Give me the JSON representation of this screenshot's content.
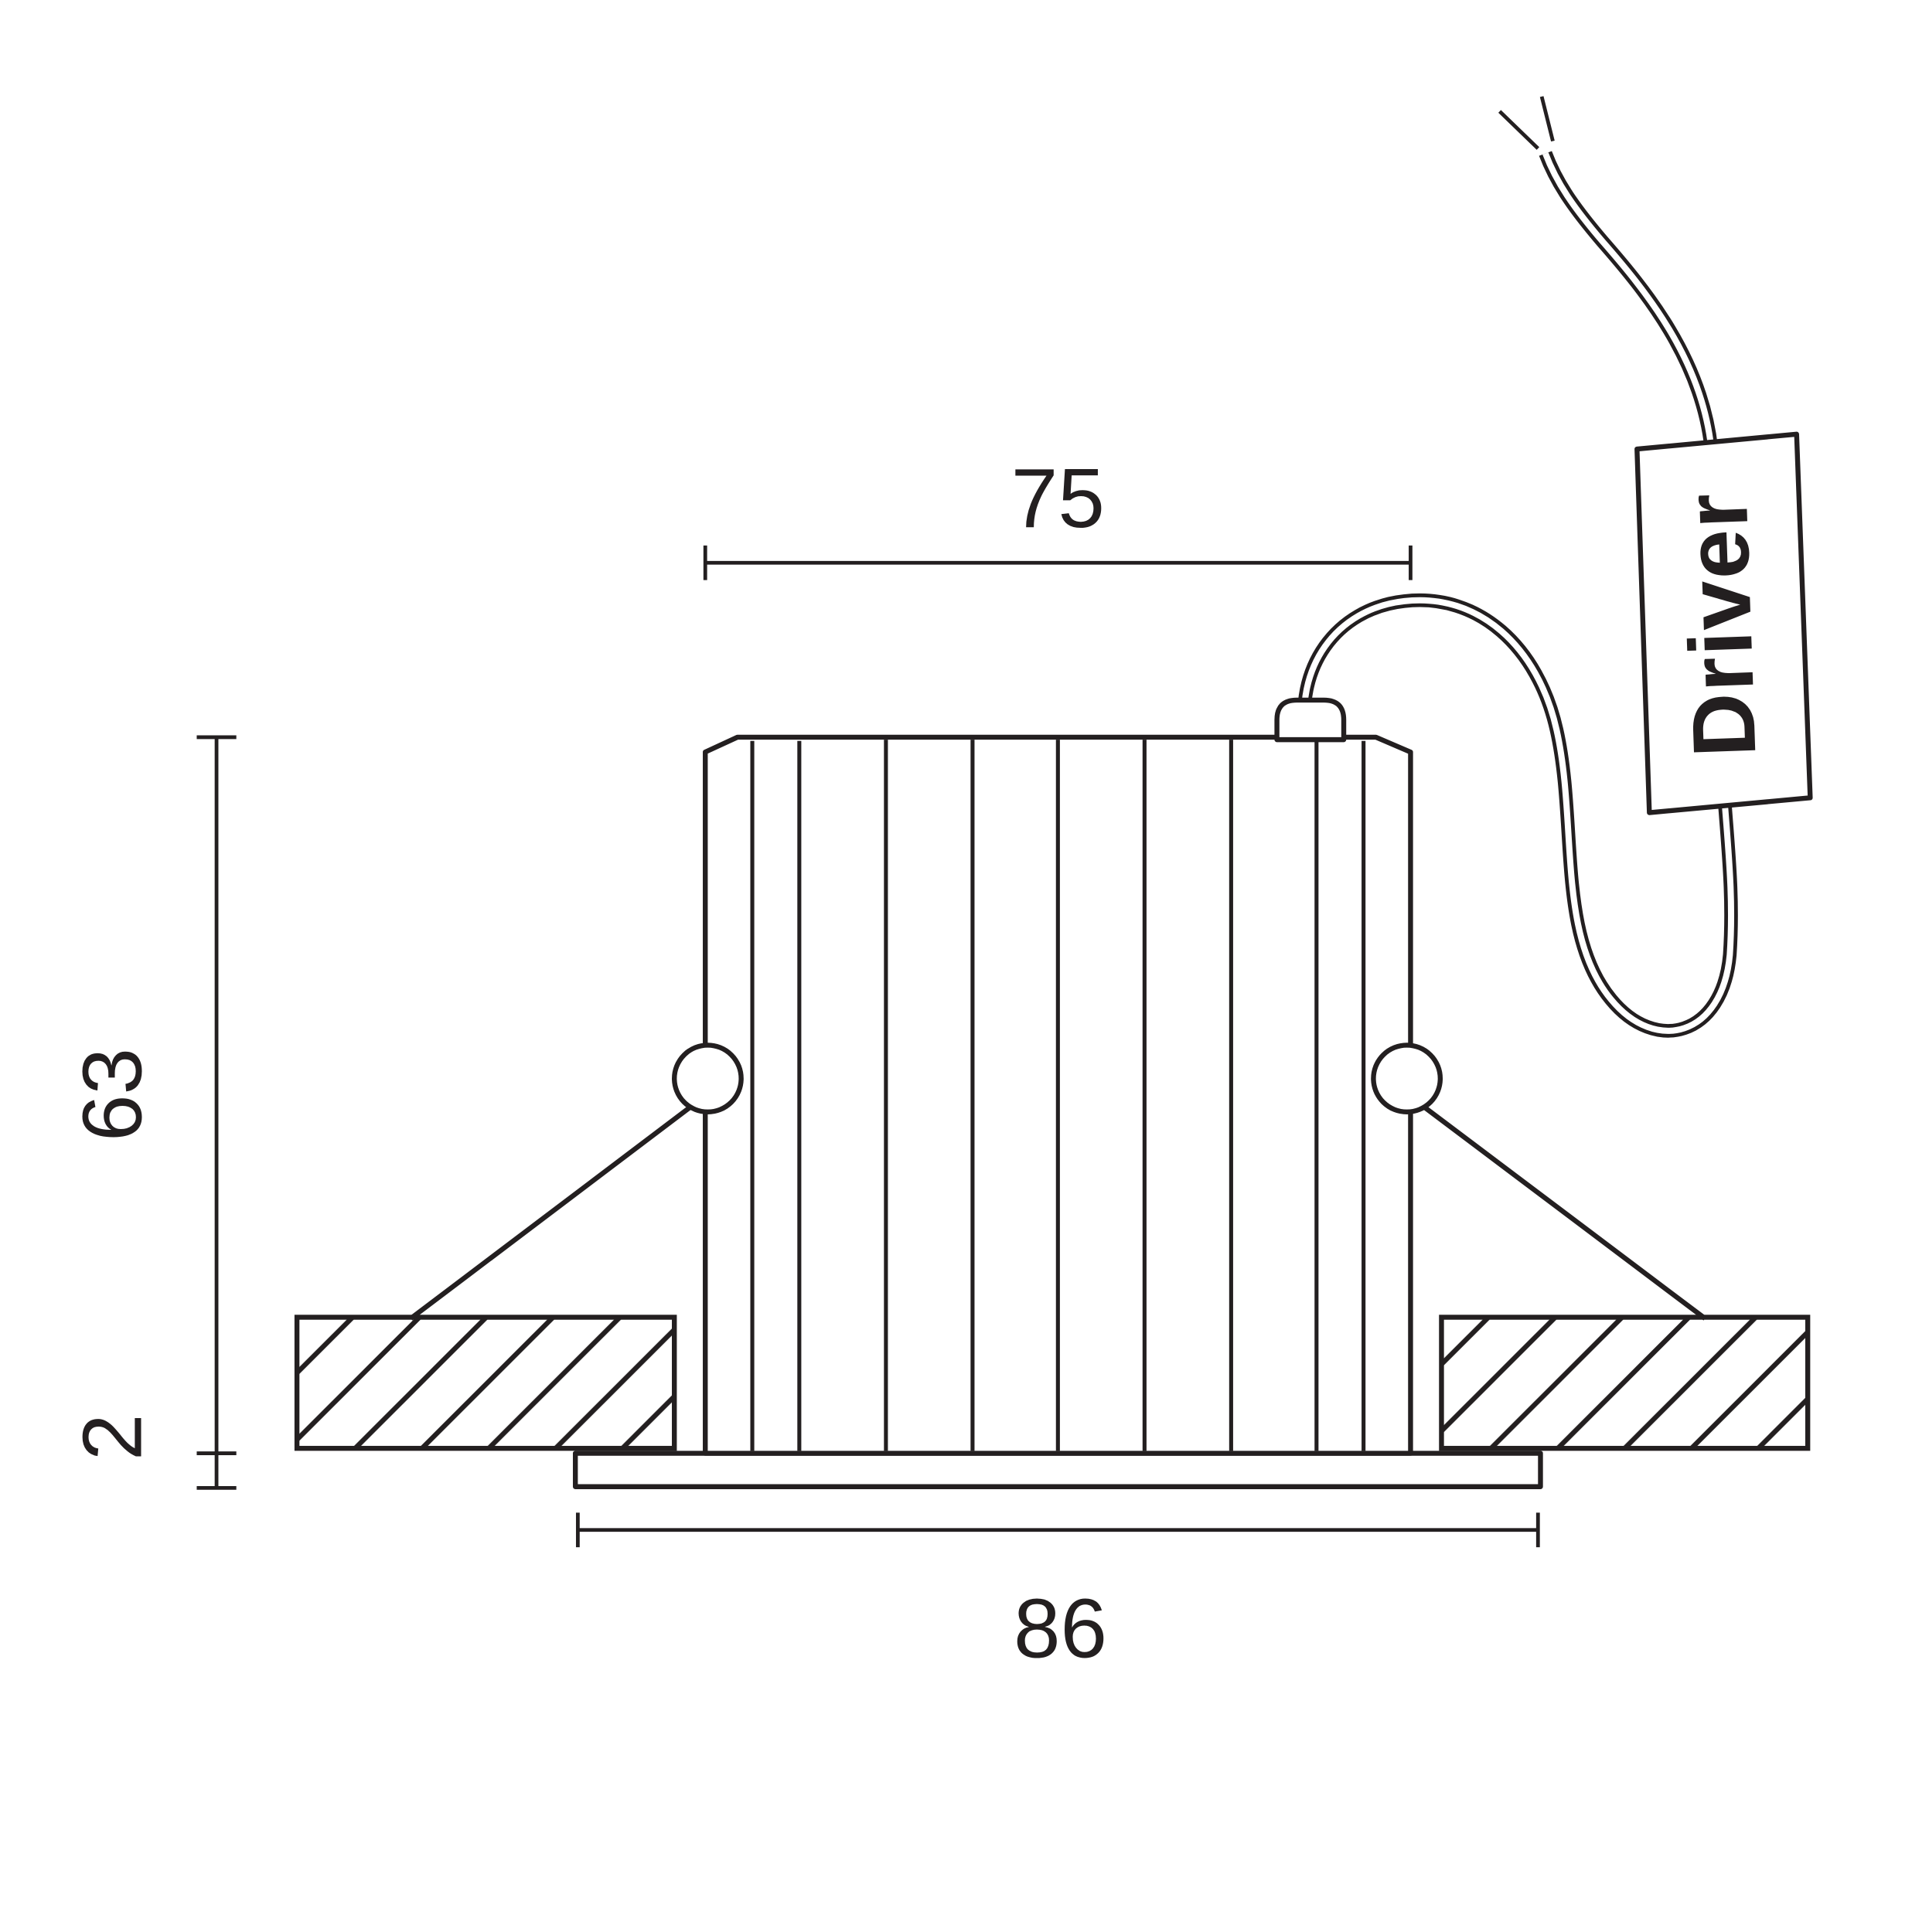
{
  "labels": {
    "top_width": "75",
    "overall_width": "86",
    "height": "63",
    "flange_thickness": "2",
    "driver": "Driver"
  },
  "colors": {
    "line-color": "#231f20",
    "bg-color": "#ffffff"
  }
}
